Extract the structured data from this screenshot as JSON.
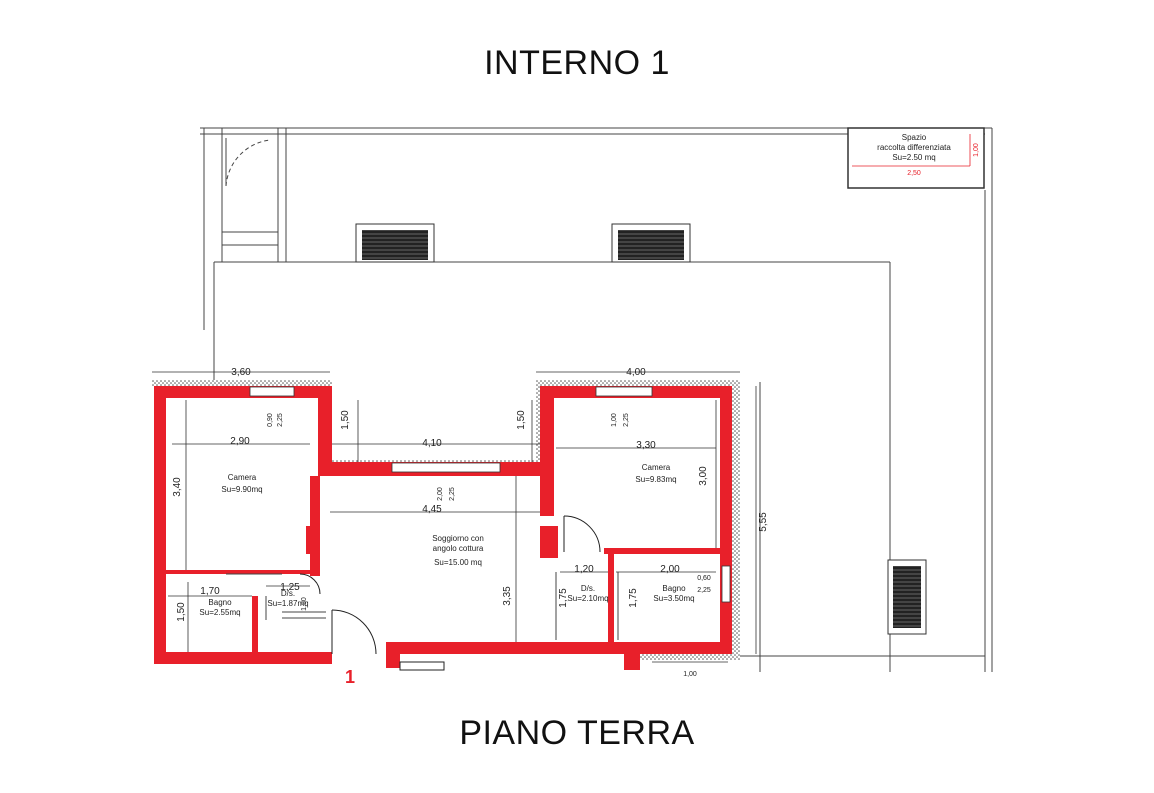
{
  "header": {
    "title": "INTERNO 1"
  },
  "footer": {
    "title": "PIANO TERRA"
  },
  "colors": {
    "wall": "#e8202a",
    "line": "#2a2a2a",
    "text": "#111111",
    "accent_red": "#e8202a"
  },
  "plan": {
    "entrance_marker": "1",
    "storage": {
      "name": "Spazio",
      "line2": "raccolta differenziata",
      "area": "Su=2.50 mq",
      "width": "2,50",
      "height": "1,00"
    },
    "rooms": {
      "camera_left": {
        "name": "Camera",
        "area": "Su=9.90mq"
      },
      "camera_right": {
        "name": "Camera",
        "area": "Su=9.83mq"
      },
      "soggiorno": {
        "name": "Soggiorno con",
        "name2": "angolo cottura",
        "area": "Su=15.00 mq"
      },
      "bagno_left": {
        "name": "Bagno",
        "area": "Su=2.55mq"
      },
      "dis_left": {
        "name": "D/s.",
        "area": "Su=1.87mq"
      },
      "dis_right": {
        "name": "D/s.",
        "area": "Su=2.10mq"
      },
      "bagno_right": {
        "name": "Bagno",
        "area": "Su=3.50mq"
      }
    },
    "dimensions": {
      "top_left": "3,60",
      "top_right": "4,00",
      "camera_left_w": "2,90",
      "camera_left_h": "3,40",
      "left_notch": "1,50",
      "right_notch": "1,50",
      "middle_w": "4,10",
      "soggiorno_w": "4,45",
      "soggiorno_h": "3,35",
      "camera_right_w": "3,30",
      "camera_right_h": "3,00",
      "total_h": "5,55",
      "bagno_left_w": "1,70",
      "bagno_left_h": "1,50",
      "dis_left_w": "1,25",
      "dis_left_h": "1,50",
      "dis_right_w": "1,20",
      "dis_right_h": "1,75",
      "bagno_right_w": "2,00",
      "bagno_right_h": "1,75",
      "bottom_cut": "1,00"
    },
    "windows": {
      "w1_a": "0,90",
      "w1_b": "2,25",
      "w2_a": "2,00",
      "w2_b": "2,25",
      "w3_a": "1,00",
      "w3_b": "2,25",
      "w4_a": "0,60",
      "w4_b": "2,25"
    }
  }
}
